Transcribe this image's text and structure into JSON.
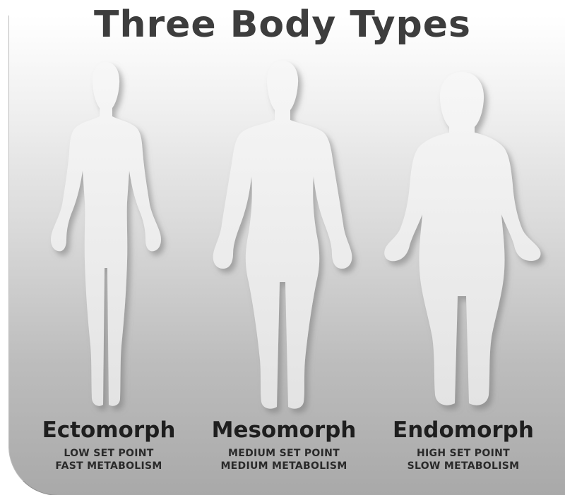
{
  "title": "Three Body Types",
  "body_types": [
    {
      "name": "Ectomorph",
      "line1": "LOW SET POINT",
      "line2": "FAST METABOLISM"
    },
    {
      "name": "Mesomorph",
      "line1": "MEDIUM SET POINT",
      "line2": "MEDIUM METABOLISM"
    },
    {
      "name": "Endomorph",
      "line1": "HIGH SET POINT",
      "line2": "SLOW METABOLISM"
    }
  ],
  "colors": {
    "title": "#3d3d3d",
    "label": "#1e1e1e",
    "figure_fill": "#eeeeee",
    "figure_shadow": "#9a9a9a"
  }
}
